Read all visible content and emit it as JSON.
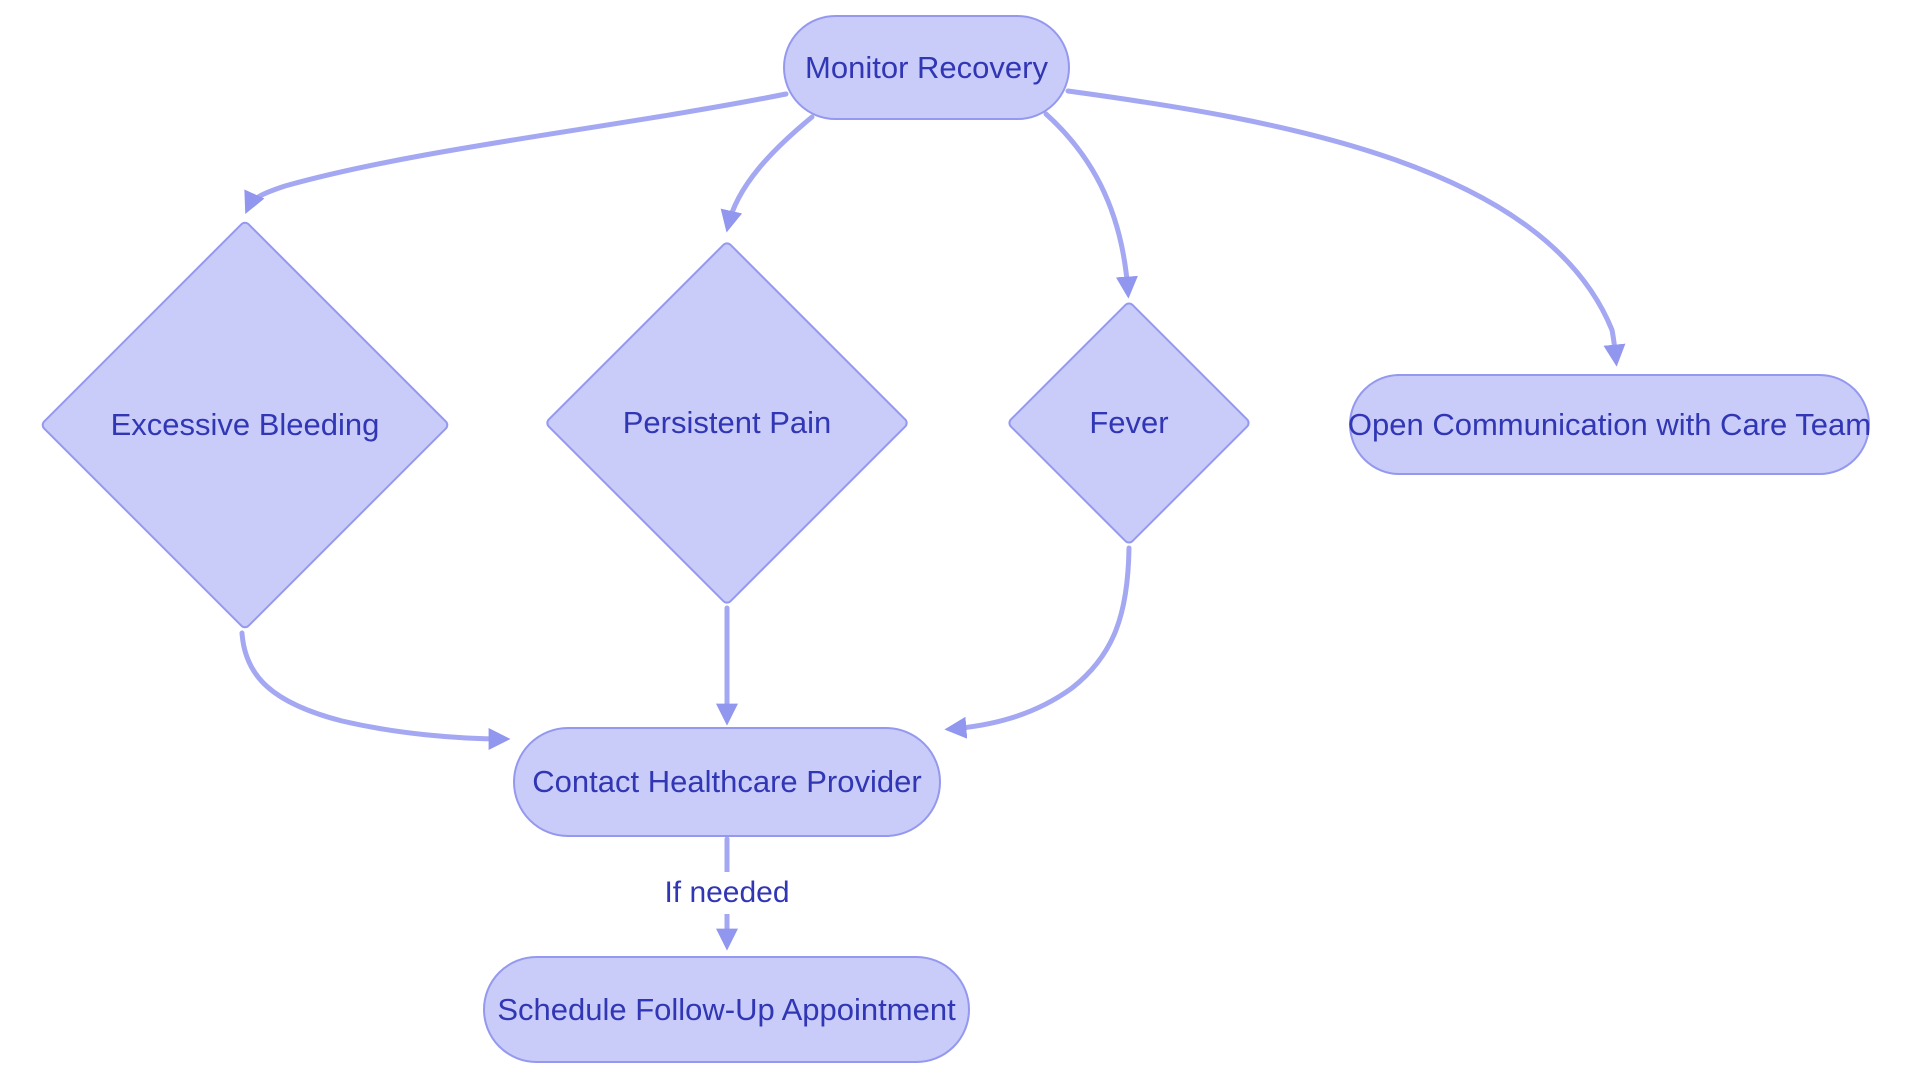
{
  "diagram": {
    "type": "flowchart",
    "title": "",
    "nodes": [
      {
        "id": "monitor_recovery",
        "label": "Monitor Recovery",
        "shape": "pill"
      },
      {
        "id": "excessive_bleeding",
        "label": "Excessive Bleeding",
        "shape": "diamond"
      },
      {
        "id": "persistent_pain",
        "label": "Persistent Pain",
        "shape": "diamond"
      },
      {
        "id": "fever",
        "label": "Fever",
        "shape": "diamond"
      },
      {
        "id": "open_communication",
        "label": "Open Communication with Care Team",
        "shape": "pill"
      },
      {
        "id": "contact_provider",
        "label": "Contact Healthcare Provider",
        "shape": "pill"
      },
      {
        "id": "schedule_followup",
        "label": "Schedule Follow-Up Appointment",
        "shape": "pill"
      }
    ],
    "edges": [
      {
        "from": "monitor_recovery",
        "to": "excessive_bleeding",
        "label": ""
      },
      {
        "from": "monitor_recovery",
        "to": "persistent_pain",
        "label": ""
      },
      {
        "from": "monitor_recovery",
        "to": "fever",
        "label": ""
      },
      {
        "from": "monitor_recovery",
        "to": "open_communication",
        "label": ""
      },
      {
        "from": "excessive_bleeding",
        "to": "contact_provider",
        "label": ""
      },
      {
        "from": "persistent_pain",
        "to": "contact_provider",
        "label": ""
      },
      {
        "from": "fever",
        "to": "contact_provider",
        "label": ""
      },
      {
        "from": "contact_provider",
        "to": "schedule_followup",
        "label": "If needed"
      }
    ],
    "colors": {
      "canvas_bg": "#ffffff",
      "node_fill": "#c9cbf8",
      "node_border": "#9499ef",
      "edge_line": "#a4a7f2",
      "edge_arrow": "#9196ee",
      "text_color": "#3036b4"
    }
  }
}
